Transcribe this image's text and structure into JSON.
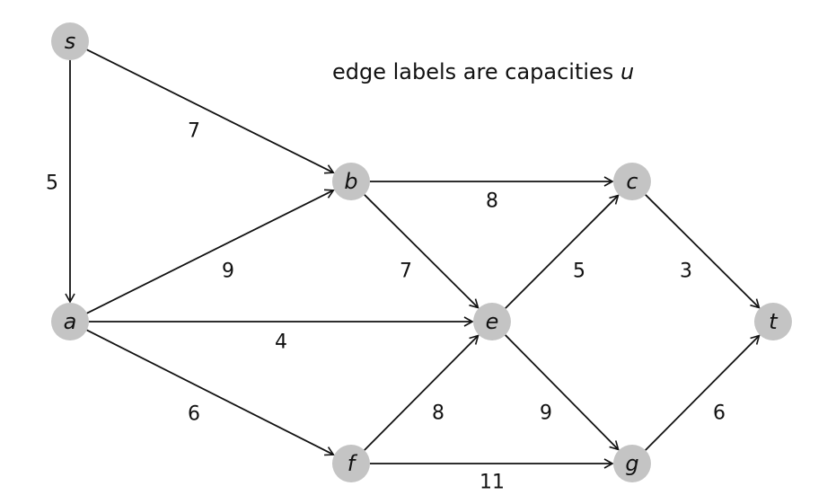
{
  "caption": {
    "text": "edge labels are capacities",
    "variable": "u"
  },
  "nodes": [
    {
      "id": "s",
      "label": "s"
    },
    {
      "id": "a",
      "label": "a"
    },
    {
      "id": "b",
      "label": "b"
    },
    {
      "id": "c",
      "label": "c"
    },
    {
      "id": "e",
      "label": "e"
    },
    {
      "id": "f",
      "label": "f"
    },
    {
      "id": "g",
      "label": "g"
    },
    {
      "id": "t",
      "label": "t"
    }
  ],
  "edges": [
    {
      "from": "s",
      "to": "b",
      "capacity": "7"
    },
    {
      "from": "s",
      "to": "a",
      "capacity": "5"
    },
    {
      "from": "a",
      "to": "b",
      "capacity": "9"
    },
    {
      "from": "a",
      "to": "e",
      "capacity": "4"
    },
    {
      "from": "a",
      "to": "f",
      "capacity": "6"
    },
    {
      "from": "b",
      "to": "c",
      "capacity": "8"
    },
    {
      "from": "b",
      "to": "e",
      "capacity": "7"
    },
    {
      "from": "e",
      "to": "c",
      "capacity": "5"
    },
    {
      "from": "c",
      "to": "t",
      "capacity": "3"
    },
    {
      "from": "f",
      "to": "e",
      "capacity": "8"
    },
    {
      "from": "e",
      "to": "g",
      "capacity": "9"
    },
    {
      "from": "f",
      "to": "g",
      "capacity": "11"
    },
    {
      "from": "g",
      "to": "t",
      "capacity": "6"
    }
  ],
  "colors": {
    "node_fill": "#c4c4c4",
    "edge_stroke": "#111111",
    "text": "#111111"
  }
}
